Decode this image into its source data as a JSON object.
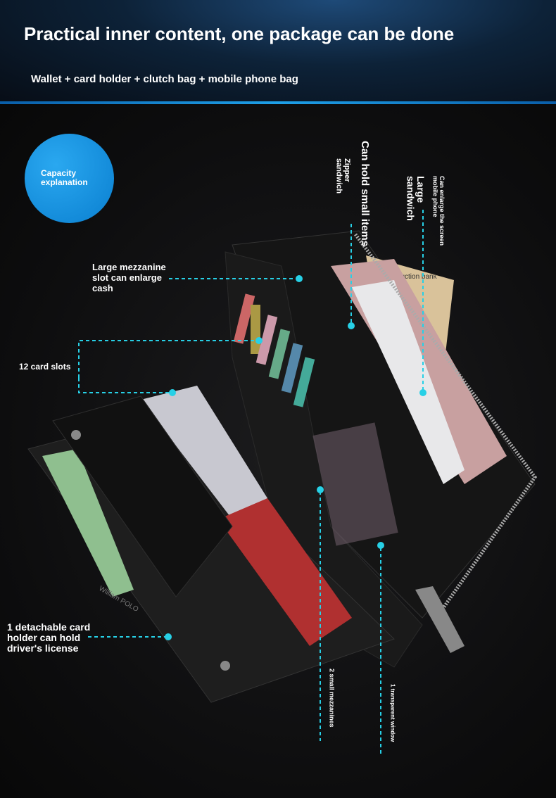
{
  "header": {
    "title": "Practical inner content, one package can be done",
    "subtitle": "Wallet + card holder + clutch bag + mobile phone bag"
  },
  "badge": {
    "label": "Capacity explanation"
  },
  "annotations": {
    "large_mezzanine": "Large mezzanine slot can enlarge cash",
    "card_slots": "12 card slots",
    "detachable": "1 detachable card holder can hold driver's license",
    "small_items": "Can hold small items",
    "zipper_sandwich": "Zipper sandwich",
    "large_sandwich": "Large sandwich",
    "phone": "Can enlarge the screen mobile phone",
    "small_mezzanines": "2 small mezzanines",
    "transparent_window": "1 transparent window"
  },
  "product": {
    "brand": "William POLO",
    "card_text": "Construction bank"
  },
  "colors": {
    "accent": "#27d0e6",
    "badge": "#1a95e0",
    "header_line": "#1ea0e8"
  }
}
